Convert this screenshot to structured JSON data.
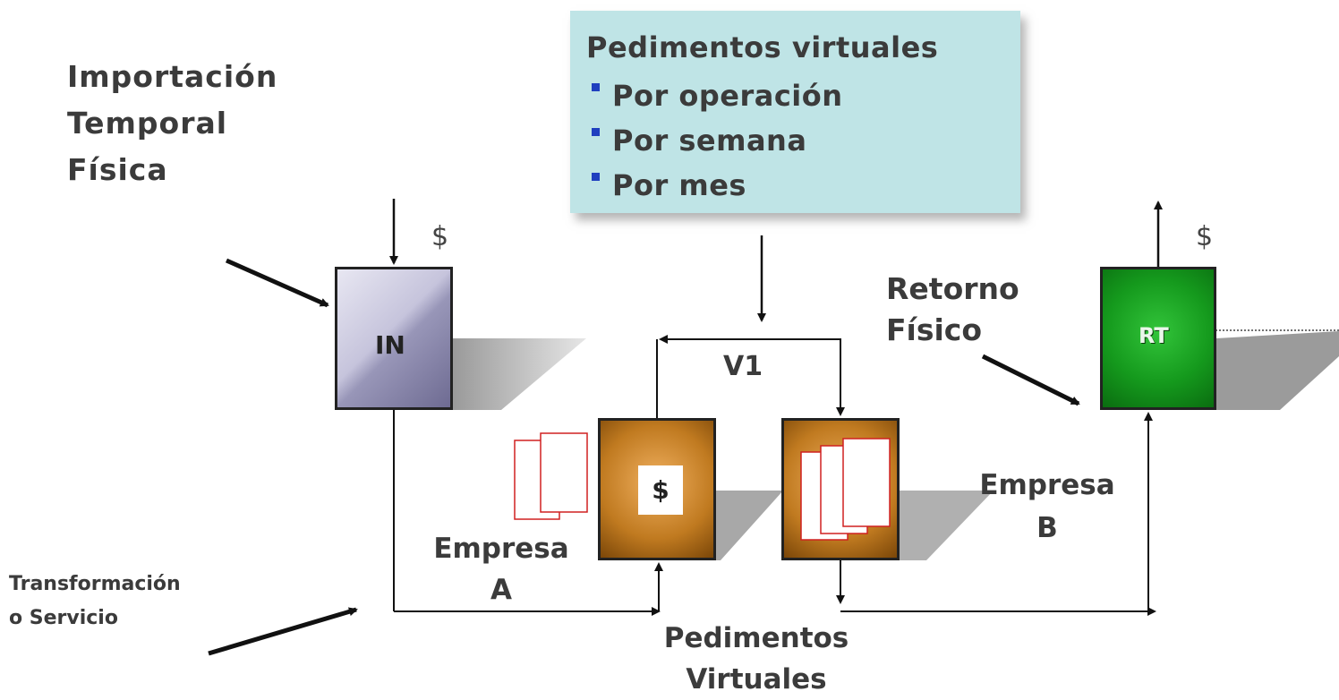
{
  "title": {
    "line1": "Importación",
    "line2": "Temporal",
    "line3": "Física"
  },
  "info_box": {
    "heading": "Pedimentos virtuales",
    "items": [
      "Por operación",
      "Por semana",
      "Por mes"
    ],
    "background": "#bfe4e6",
    "bullet_color": "#1f3fbf"
  },
  "boxes": {
    "in_label": "IN",
    "rt_label": "RT",
    "empresa_a_symbol": "$"
  },
  "labels": {
    "dollar_in": "$",
    "dollar_rt": "$",
    "v1": "V1",
    "retorno_line1": "Retorno",
    "retorno_line2": "Físico",
    "empresa_a_line1": "Empresa",
    "empresa_a_line2": "A",
    "empresa_b_line1": "Empresa",
    "empresa_b_line2": "B",
    "transformacion_line1": "Transformación",
    "transformacion_line2": "o Servicio",
    "pedimentos_line1": "Pedimentos",
    "pedimentos_line2": "Virtuales"
  },
  "colors": {
    "in_box": "#8f8db0",
    "rt_box": "#159a1d",
    "empresa_box": "#c07a20",
    "doc_outline": "#d02020"
  }
}
